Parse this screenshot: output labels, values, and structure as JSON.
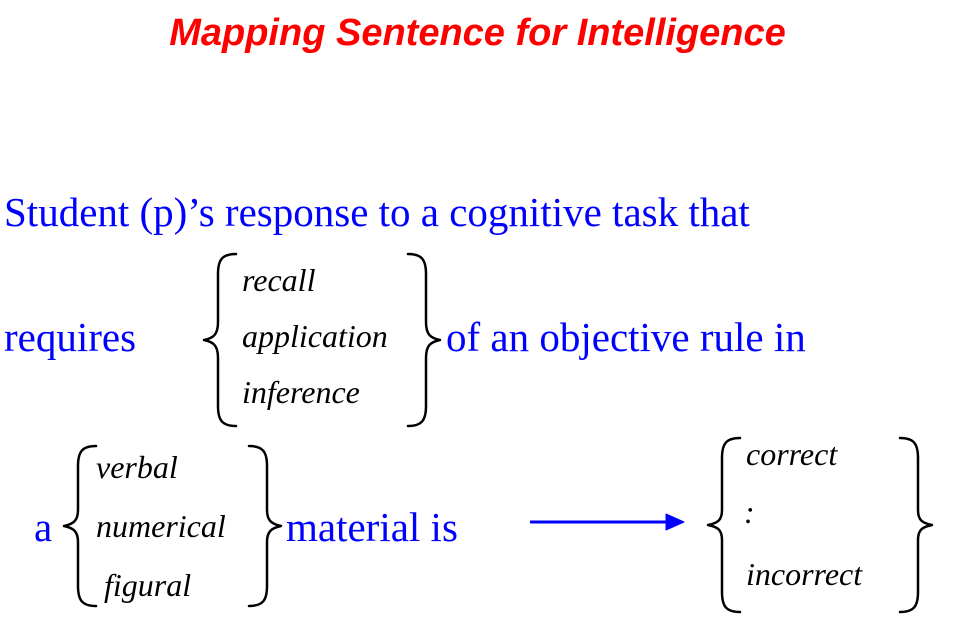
{
  "title": "Mapping Sentence for Intelligence",
  "line1": "Student (p)’s response to a cognitive task that",
  "line2": {
    "prefix": "requires",
    "options": [
      "recall",
      "application",
      "inference"
    ],
    "suffix": "of an objective rule in"
  },
  "line3": {
    "prefix": "a",
    "options": [
      "verbal",
      "numerical",
      "figural"
    ],
    "suffix": "material is",
    "outcomes": [
      "correct",
      ":",
      "incorrect"
    ]
  },
  "colors": {
    "title": "#ff0000",
    "sentence": "#0000ff",
    "facets": "#000000"
  }
}
